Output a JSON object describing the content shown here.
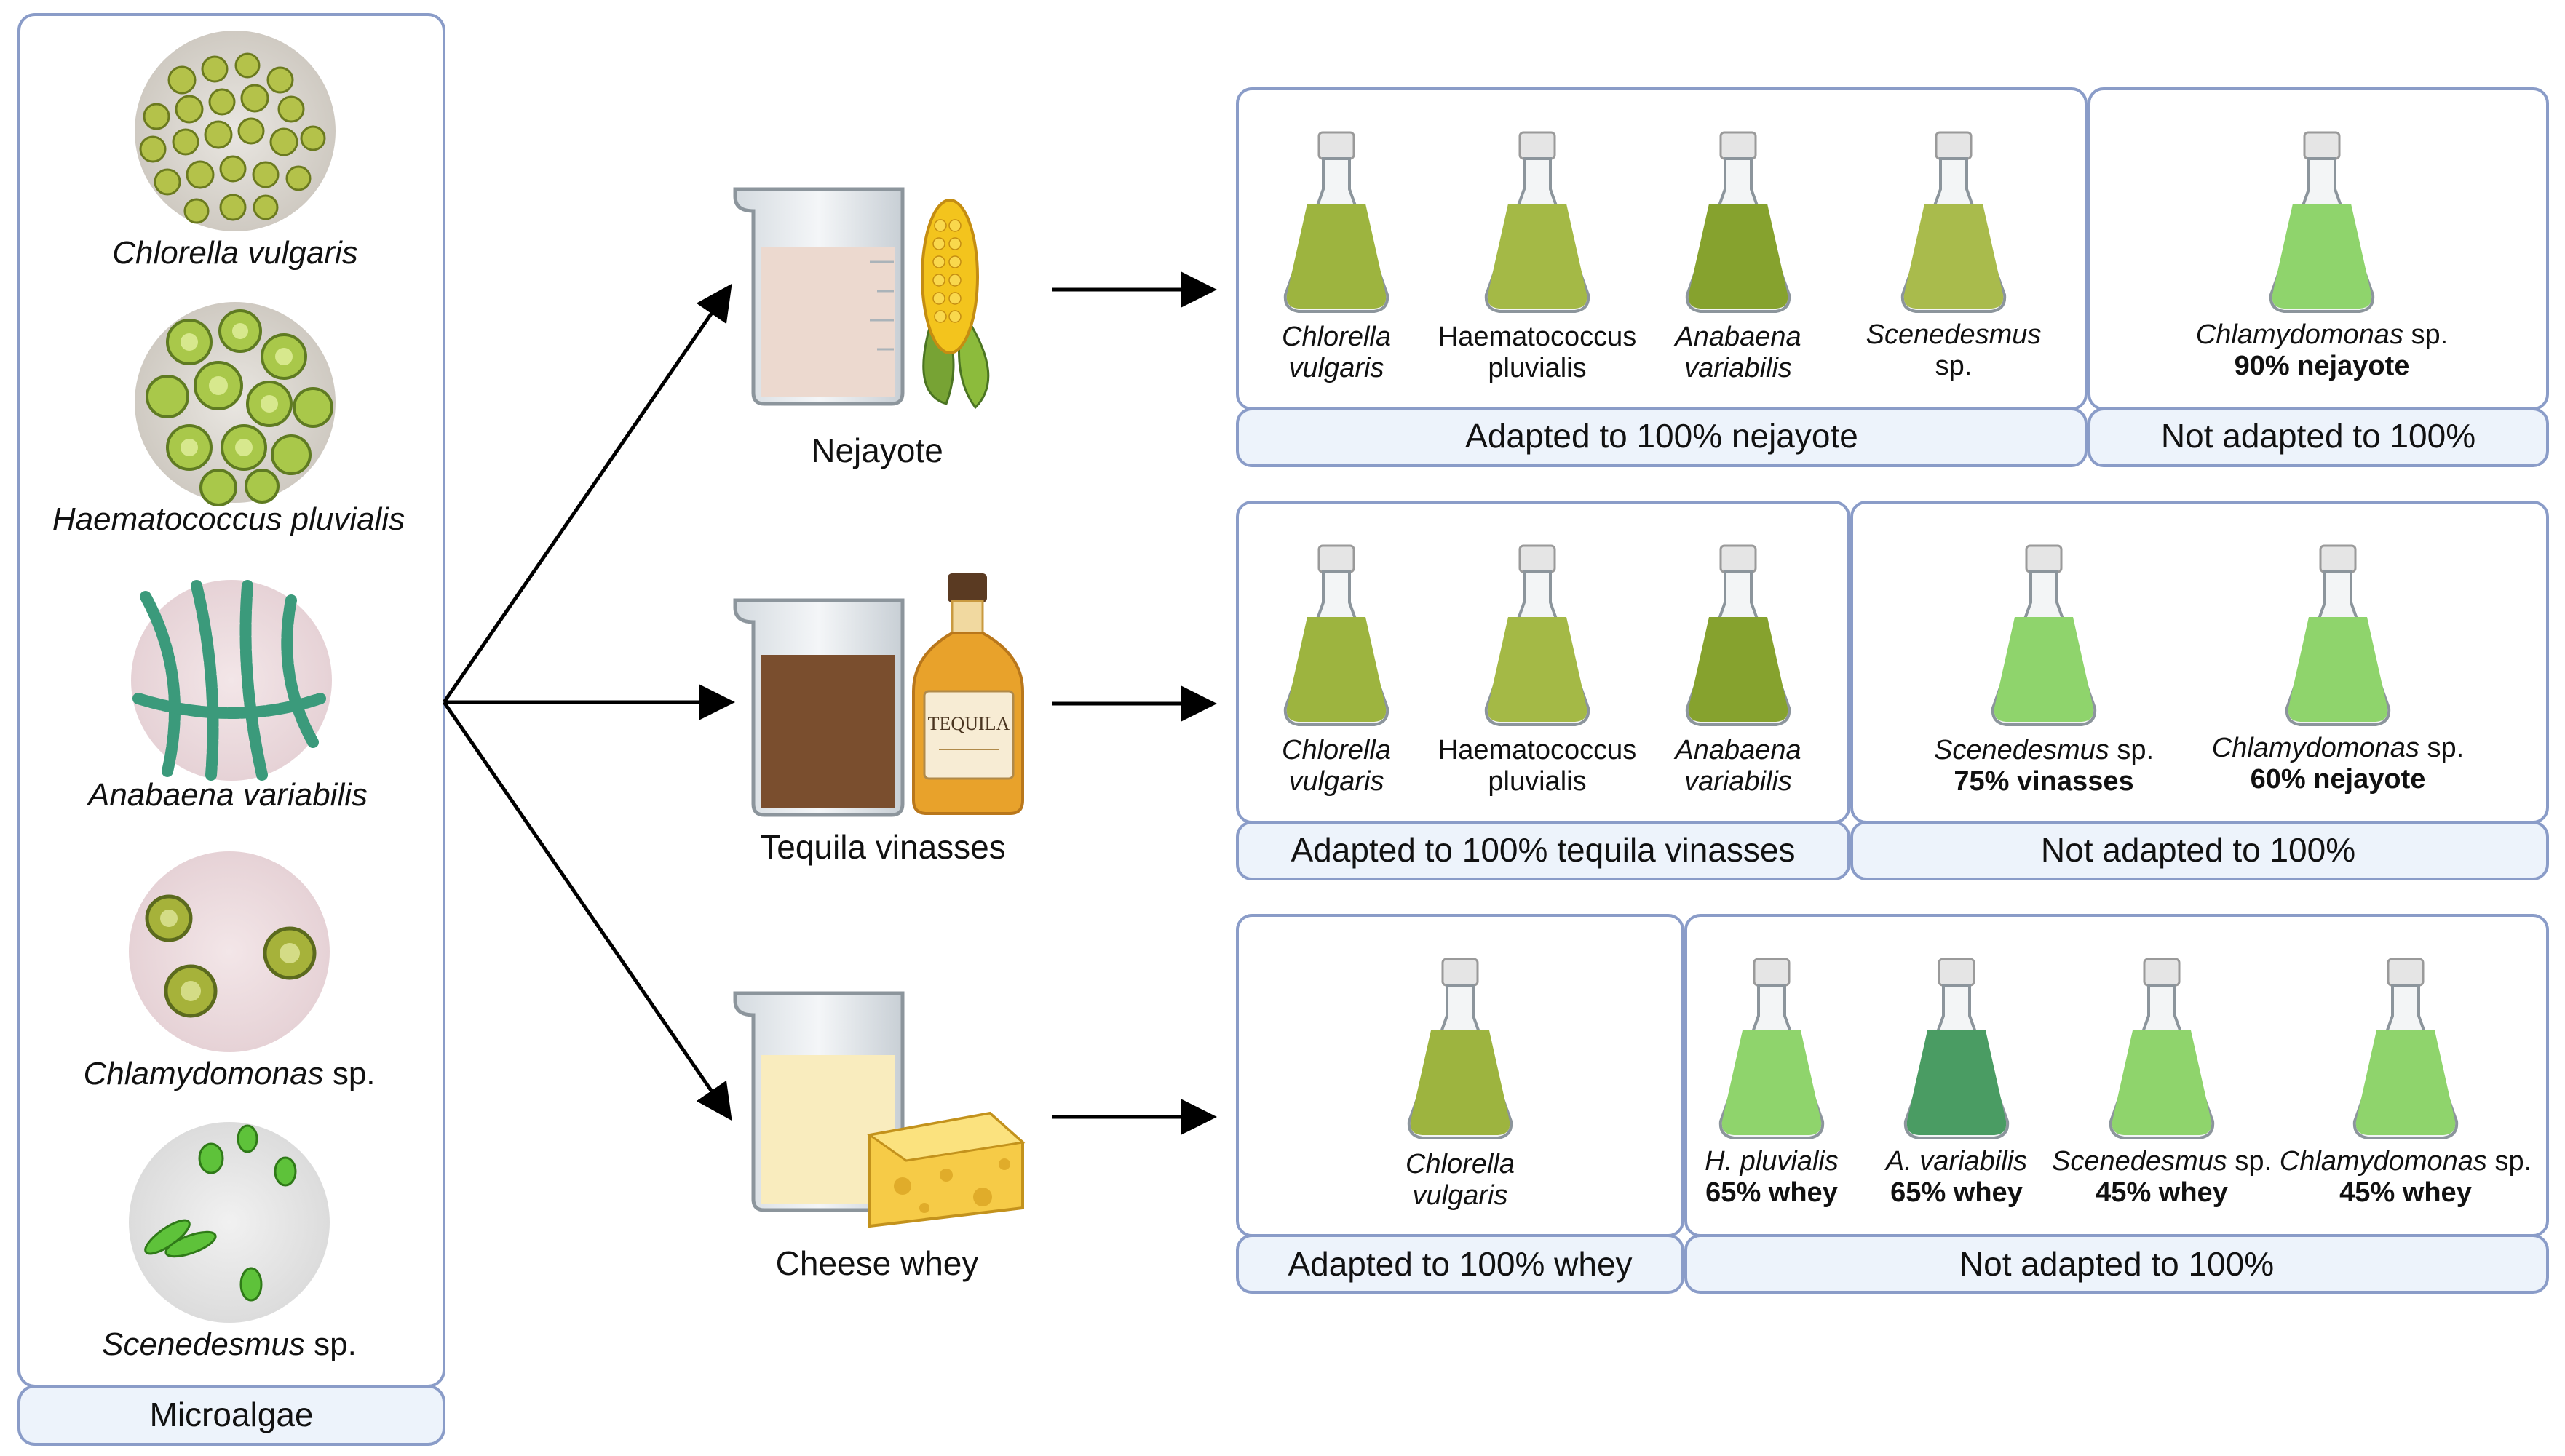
{
  "microalgae_panel": {
    "label": "Microalgae",
    "species": [
      {
        "name": "Chlorella vulgaris",
        "suffix": ""
      },
      {
        "name": "Haematococcus pluvialis",
        "suffix": ""
      },
      {
        "name": "Anabaena variabilis",
        "suffix": ""
      },
      {
        "name": "Chlamydomonas",
        "suffix": " sp."
      },
      {
        "name": "Scenedesmus",
        "suffix": "  sp."
      }
    ]
  },
  "substrates": [
    {
      "label": "Nejayote"
    },
    {
      "label": "Tequila vinasses"
    },
    {
      "label": "Cheese whey"
    }
  ],
  "tequila_bottle_label": "TEQUILA",
  "rows": [
    {
      "adapted_label": "Adapted to 100% nejayote",
      "not_adapted_label": "Not adapted to 100%",
      "adapted": [
        {
          "l1": "Chlorella",
          "l1_italic": true,
          "l2": "vulgaris",
          "l2_italic": true
        },
        {
          "l1": "Haematococcus",
          "l1_italic": false,
          "l2": "pluvialis",
          "l2_italic": false
        },
        {
          "l1": "Anabaena",
          "l1_italic": true,
          "l2": "variabilis",
          "l2_italic": true
        },
        {
          "l1": "Scenedesmus",
          "l1_italic": true,
          "l2": "sp.",
          "l2_italic": false
        }
      ],
      "not_adapted": [
        {
          "name": "Chlamydomonas",
          "suffix": " sp.",
          "tolerance": "90% nejayote"
        }
      ]
    },
    {
      "adapted_label": "Adapted to 100% tequila vinasses",
      "not_adapted_label": "Not adapted to 100%",
      "adapted": [
        {
          "l1": "Chlorella",
          "l1_italic": true,
          "l2": "vulgaris",
          "l2_italic": true
        },
        {
          "l1": "Haematococcus",
          "l1_italic": false,
          "l2": "pluvialis",
          "l2_italic": false
        },
        {
          "l1": "Anabaena",
          "l1_italic": true,
          "l2": "variabilis",
          "l2_italic": true
        }
      ],
      "not_adapted": [
        {
          "name": "Scenedesmus",
          "suffix": " sp.",
          "tolerance": "75% vinasses"
        },
        {
          "name": "Chlamydomonas",
          "suffix": " sp.",
          "tolerance": "60% nejayote"
        }
      ]
    },
    {
      "adapted_label": "Adapted to 100% whey",
      "not_adapted_label": "Not adapted to 100%",
      "adapted": [
        {
          "l1": "Chlorella",
          "l1_italic": true,
          "l2": "vulgaris",
          "l2_italic": true
        }
      ],
      "not_adapted": [
        {
          "name": "H. pluvialis",
          "suffix": "",
          "tolerance": "65% whey"
        },
        {
          "name": "A. variabilis",
          "suffix": "",
          "tolerance": "65% whey"
        },
        {
          "name": "Scenedesmus",
          "suffix": " sp.",
          "tolerance": "45% whey"
        },
        {
          "name": "Chlamydomonas",
          "suffix": " sp.",
          "tolerance": "45% whey"
        }
      ]
    }
  ],
  "colors": {
    "panel_border": "#8a9cc8",
    "label_fill": "#edf3fb",
    "olive_liquid": "#9db43f",
    "olive_dark_liquid": "#86a22e",
    "light_green_liquid": "#8fd46c",
    "teal_green_liquid": "#4a9c63"
  }
}
